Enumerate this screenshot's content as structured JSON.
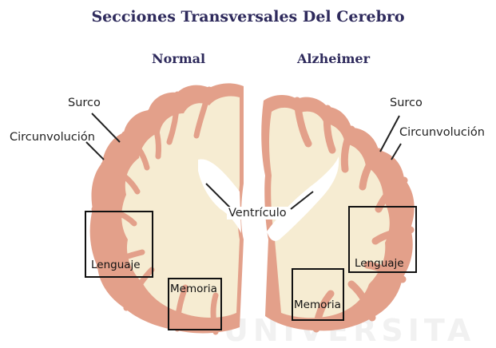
{
  "title": "Secciones Transversales Del Cerebro",
  "sections": {
    "normal": "Normal",
    "alzheimer": "Alzheimer"
  },
  "labels": {
    "surco_left": "Surco",
    "circunvolucion_left": "Circunvolución",
    "surco_right": "Surco",
    "circunvolucion_right": "Circunvolución",
    "ventriculo": "Ventrículo",
    "lenguaje_left": "Lenguaje",
    "memoria_left": "Memoria",
    "lenguaje_right": "Lenguaje",
    "memoria_right": "Memoria"
  },
  "colors": {
    "title": "#2e2a5c",
    "cortex": "#e3a08a",
    "white_matter": "#f6ecd2",
    "ventricle": "#ffffff"
  },
  "watermark": "UNIVERSITA"
}
